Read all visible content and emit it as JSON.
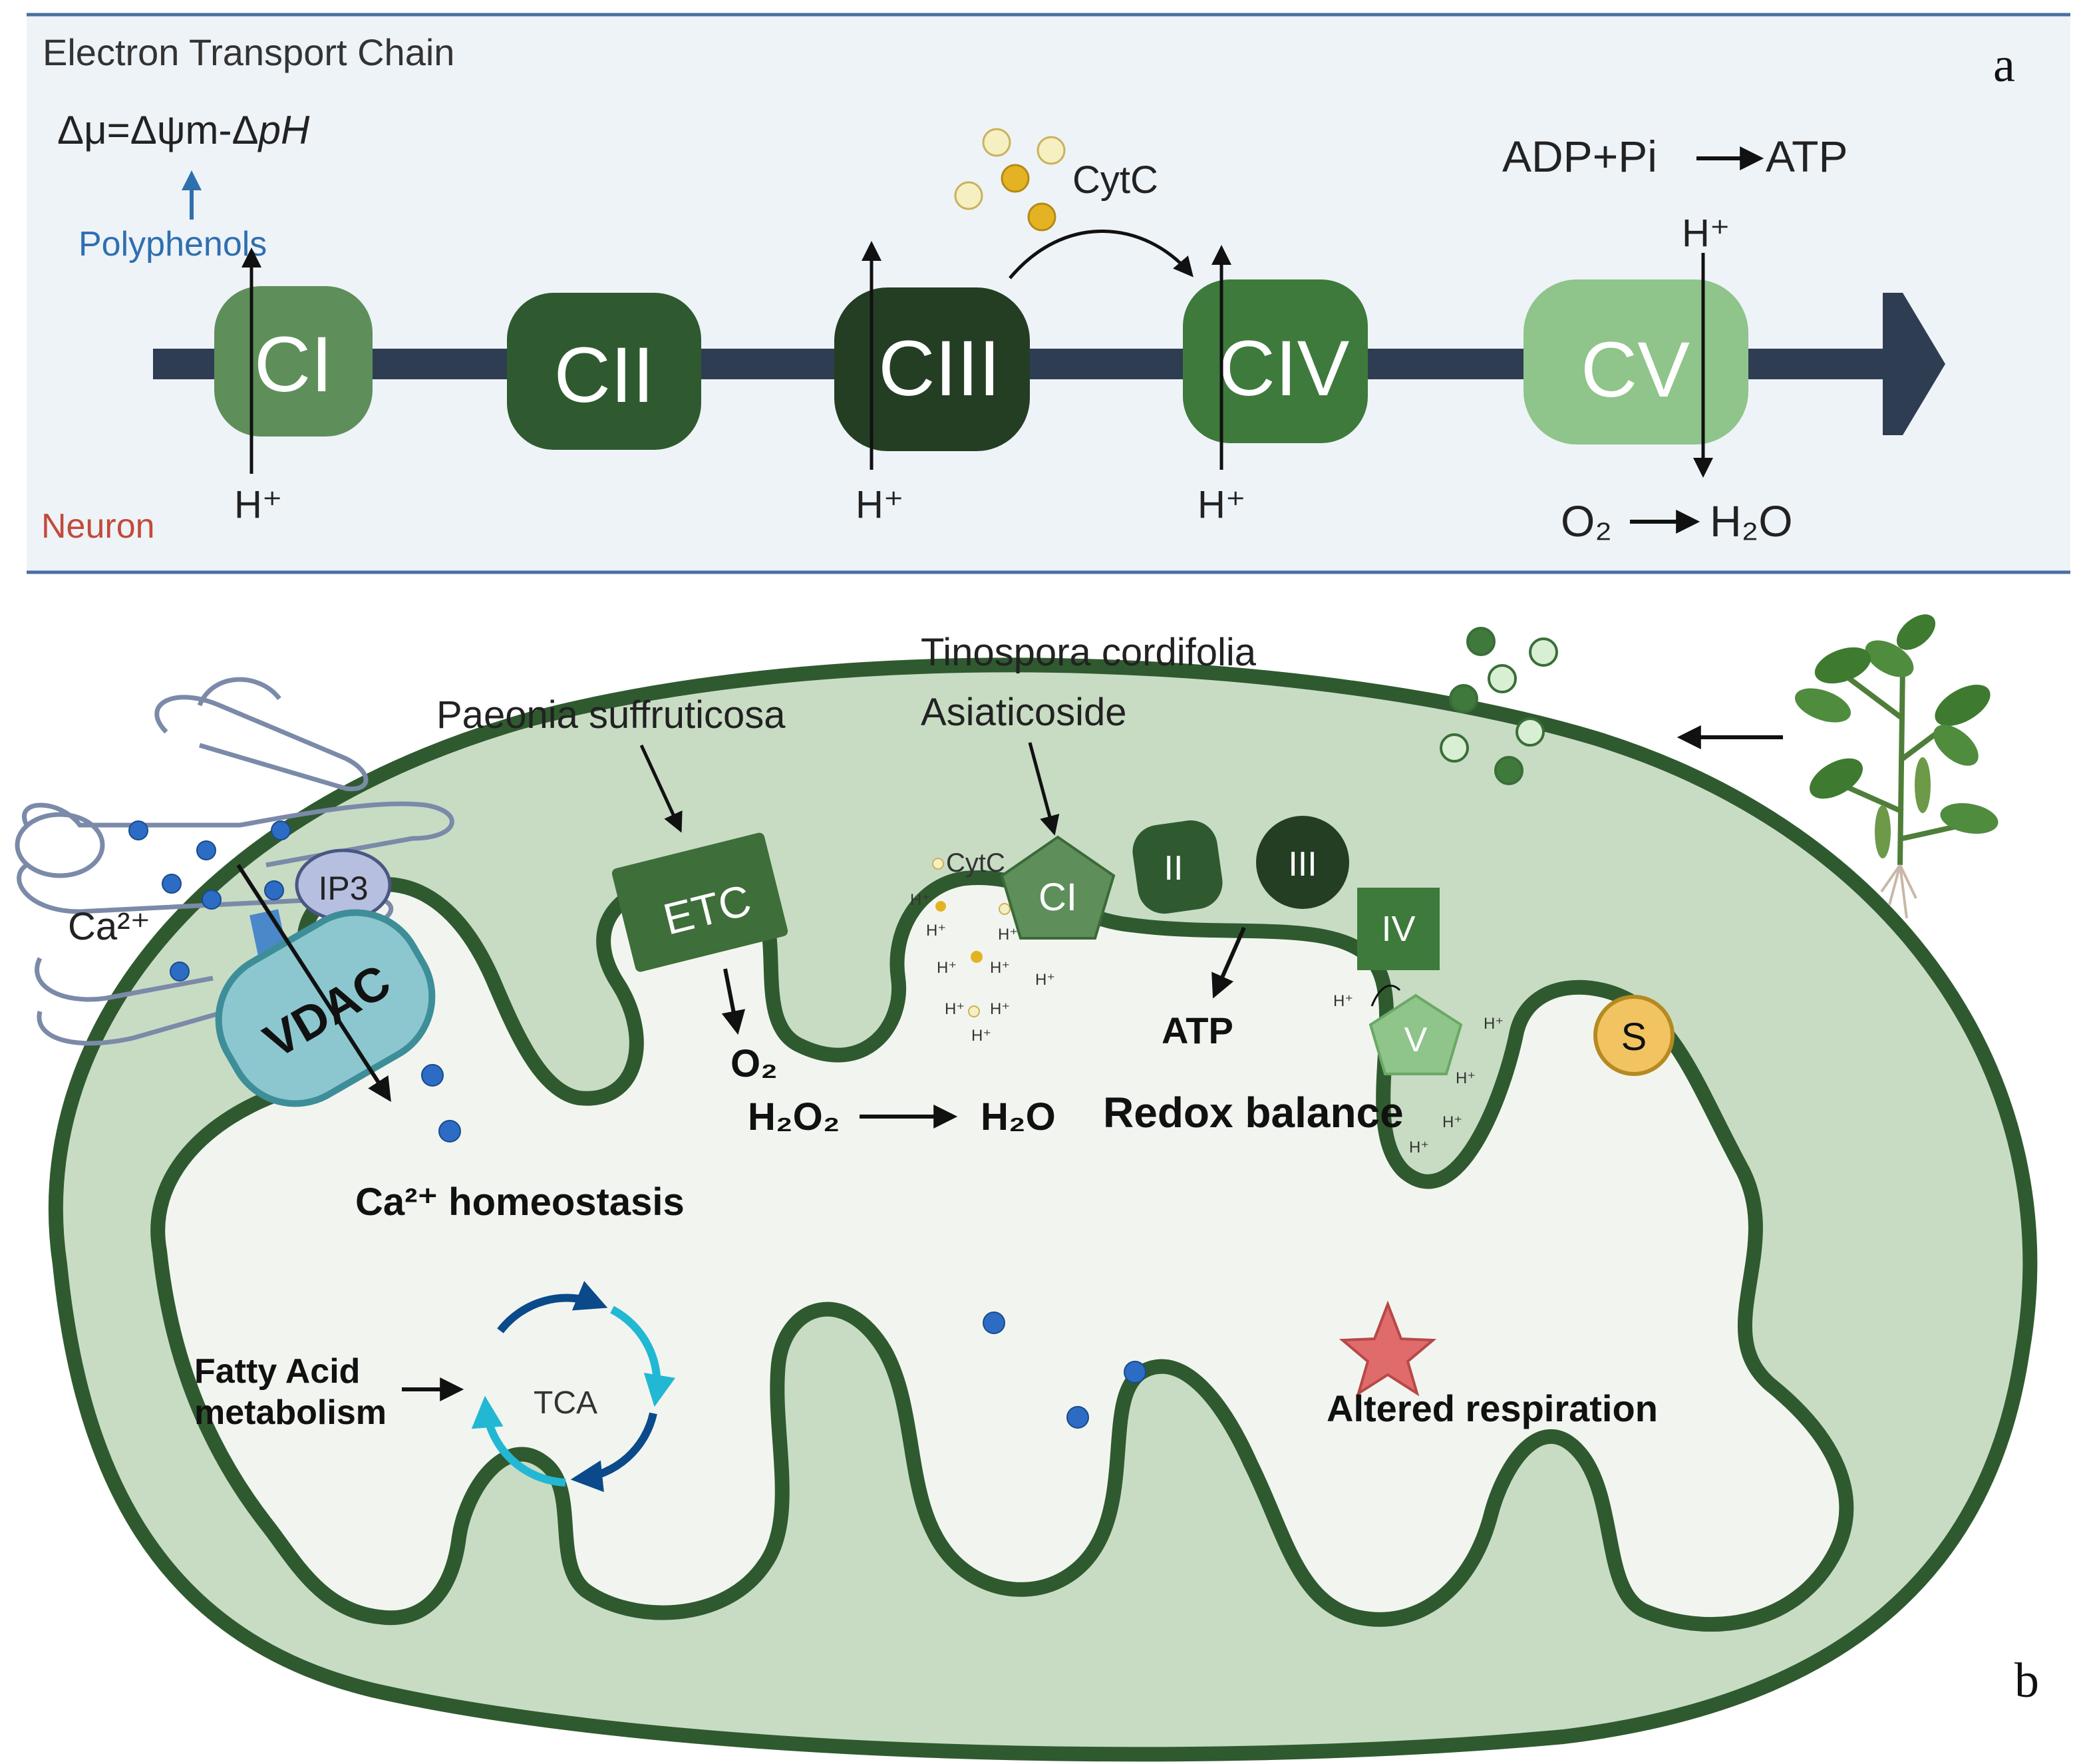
{
  "panel_a": {
    "title": "Electron Transport Chain",
    "label": "a",
    "formula_lhs": "Δμ=Δψm-Δ",
    "formula_ph": "pH",
    "polyphenols": "Polyphenols",
    "neuron": "Neuron",
    "complexes": [
      "CI",
      "CII",
      "CIII",
      "CIV",
      "CV"
    ],
    "hplus": "H⁺",
    "cytc": "CytC",
    "atp_reaction_left": "ADP+Pi",
    "atp_reaction_right": "ATP",
    "water_left": "O₂",
    "water_right": "H₂O",
    "colors": {
      "panel_bg": "#eef3f8",
      "panel_border": "#4a6fa0",
      "arrow": "#2e3d52",
      "cI": "#5e8f5a",
      "cII": "#2f5a30",
      "cIII": "#243e24",
      "cIV": "#3e7a3c",
      "cV": "#8fc48a",
      "polyphenols": "#2f6fae",
      "neuron": "#c24a3a"
    }
  },
  "panel_b": {
    "label": "b",
    "paeonia": "Paeonia suffruticosa",
    "tinospora": "Tinospora cordifolia",
    "asiaticoside": "Asiaticoside",
    "etc": "ETC",
    "cytc": "CytC",
    "complex_ci": "CI",
    "complex_ii": "II",
    "complex_iii": "III",
    "complex_iv": "IV",
    "complex_v": "V",
    "s": "S",
    "ip3": "IP3",
    "vdac": "VDAC",
    "ca": "Ca²⁺",
    "ca_homeostasis": "Ca²⁺ homeostasis",
    "o2": "O₂",
    "h2o2": "H₂O₂",
    "h2o": "H₂O",
    "atp": "ATP",
    "redox": "Redox balance",
    "fatty_acid_1": "Fatty Acid",
    "fatty_acid_2": "metabolism",
    "tca": "TCA",
    "altered": "Altered respiration",
    "hplus_small": "H⁺",
    "colors": {
      "outer_membrane": "#2f5a2f",
      "intermembrane": "#c8dcc4",
      "matrix": "#f2f5ef",
      "star": "#e06b6b",
      "vdac": "#8cc7cf",
      "ip3": "#b7bfe0",
      "ca_dot": "#2c6cc4"
    }
  }
}
